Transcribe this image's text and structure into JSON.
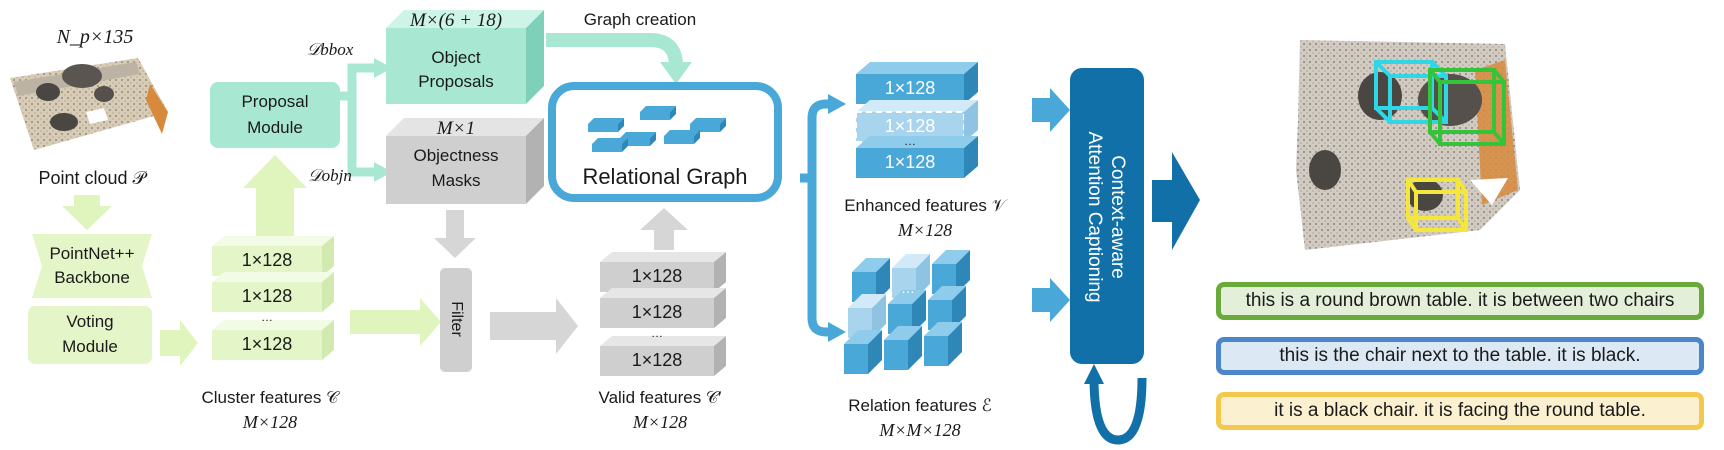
{
  "input": {
    "dim_label": "N_p×135",
    "caption": "Point cloud 𝒫"
  },
  "backbone": {
    "label_line1": "PointNet++",
    "label_line2": "Backbone"
  },
  "voting": {
    "label_line1": "Voting",
    "label_line2": "Module"
  },
  "proposal_module": {
    "label_line1": "Proposal",
    "label_line2": "Module"
  },
  "cluster": {
    "rows": [
      "1×128",
      "1×128",
      "1×128"
    ],
    "ellipsis": "…",
    "caption": "Cluster features 𝒞",
    "dim": "M×128"
  },
  "losses": {
    "bbox": "𝒟bbox",
    "objn": "𝒟objn"
  },
  "object_proposals": {
    "dim": "M×(6 + 18)",
    "label_line1": "Object",
    "label_line2": "Proposals"
  },
  "objectness": {
    "dim": "M×1",
    "label_line1": "Objectness",
    "label_line2": "Masks"
  },
  "filter": {
    "label": "Filter"
  },
  "valid": {
    "rows": [
      "1×128",
      "1×128",
      "1×128"
    ],
    "ellipsis": "…",
    "caption": "Valid features 𝒞′",
    "dim": "M×128"
  },
  "graph_creation": {
    "label": "Graph creation"
  },
  "relational_graph": {
    "label": "Relational Graph"
  },
  "enhanced": {
    "rows": [
      "1×128",
      "1×128",
      "1×128"
    ],
    "ellipsis": "…",
    "caption": "Enhanced features 𝒱",
    "dim": "M×128"
  },
  "relation": {
    "ellipsis": "…",
    "caption": "Relation features ℰ",
    "dim": "M×M×128"
  },
  "attention": {
    "label_line1": "Context-aware",
    "label_line2": "Attention Captioning"
  },
  "captions": [
    {
      "text": "this is a round brown table. it is between two chairs",
      "border": "#6aaa3a",
      "fill": "#e3efd9"
    },
    {
      "text": "this is the chair next to the table. it is black.",
      "border": "#4a86c8",
      "fill": "#dce9f5"
    },
    {
      "text": "it is a black chair. it is facing the round table.",
      "border": "#f2c94c",
      "fill": "#fbf1d0"
    }
  ],
  "colors": {
    "green_light": "#e4f6c8",
    "mint": "#a8e8d2",
    "gray": "#cfcfcf",
    "blue": "#4aa8d8",
    "navy": "#1270a8",
    "arrow_green": "#dff5bd",
    "arrow_gray": "#d6d6d6",
    "arrow_blue": "#4aa8d8"
  }
}
